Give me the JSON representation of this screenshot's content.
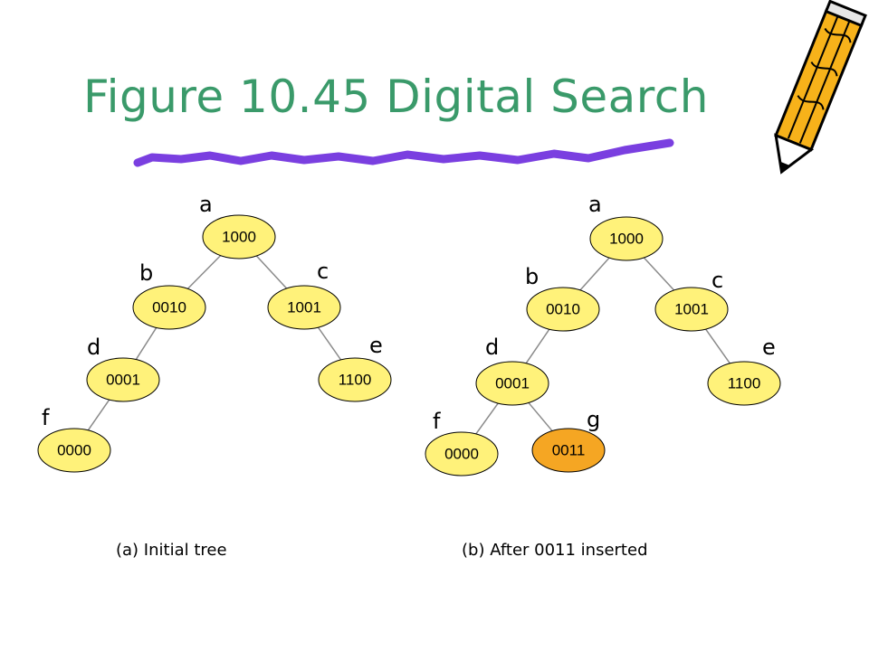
{
  "title": "Figure 10.45 Digital Search",
  "colors": {
    "title": "#3a9a6a",
    "node": "#fff27a",
    "node_highlight": "#f5a623",
    "edge": "#8a8a8a",
    "underline": "#7a3fe0",
    "pencil_body": "#f7b21a"
  },
  "icons": {
    "pencil": "pencil-icon"
  },
  "trees": [
    {
      "id": "a",
      "caption": "(a) Initial tree",
      "nodes": [
        {
          "id": "a",
          "label": "a",
          "key": "1000",
          "highlight": false
        },
        {
          "id": "b",
          "label": "b",
          "key": "0010",
          "highlight": false
        },
        {
          "id": "c",
          "label": "c",
          "key": "1001",
          "highlight": false
        },
        {
          "id": "d",
          "label": "d",
          "key": "0001",
          "highlight": false
        },
        {
          "id": "e",
          "label": "e",
          "key": "1100",
          "highlight": false
        },
        {
          "id": "f",
          "label": "f",
          "key": "0000",
          "highlight": false
        }
      ],
      "edges": [
        [
          "a",
          "b"
        ],
        [
          "a",
          "c"
        ],
        [
          "b",
          "d"
        ],
        [
          "c",
          "e"
        ],
        [
          "d",
          "f"
        ]
      ]
    },
    {
      "id": "b",
      "caption": "(b) After 0011 inserted",
      "nodes": [
        {
          "id": "a",
          "label": "a",
          "key": "1000",
          "highlight": false
        },
        {
          "id": "b",
          "label": "b",
          "key": "0010",
          "highlight": false
        },
        {
          "id": "c",
          "label": "c",
          "key": "1001",
          "highlight": false
        },
        {
          "id": "d",
          "label": "d",
          "key": "0001",
          "highlight": false
        },
        {
          "id": "e",
          "label": "e",
          "key": "1100",
          "highlight": false
        },
        {
          "id": "f",
          "label": "f",
          "key": "0000",
          "highlight": false
        },
        {
          "id": "g",
          "label": "g",
          "key": "0011",
          "highlight": true
        }
      ],
      "edges": [
        [
          "a",
          "b"
        ],
        [
          "a",
          "c"
        ],
        [
          "b",
          "d"
        ],
        [
          "c",
          "e"
        ],
        [
          "d",
          "f"
        ],
        [
          "d",
          "g"
        ]
      ]
    }
  ]
}
